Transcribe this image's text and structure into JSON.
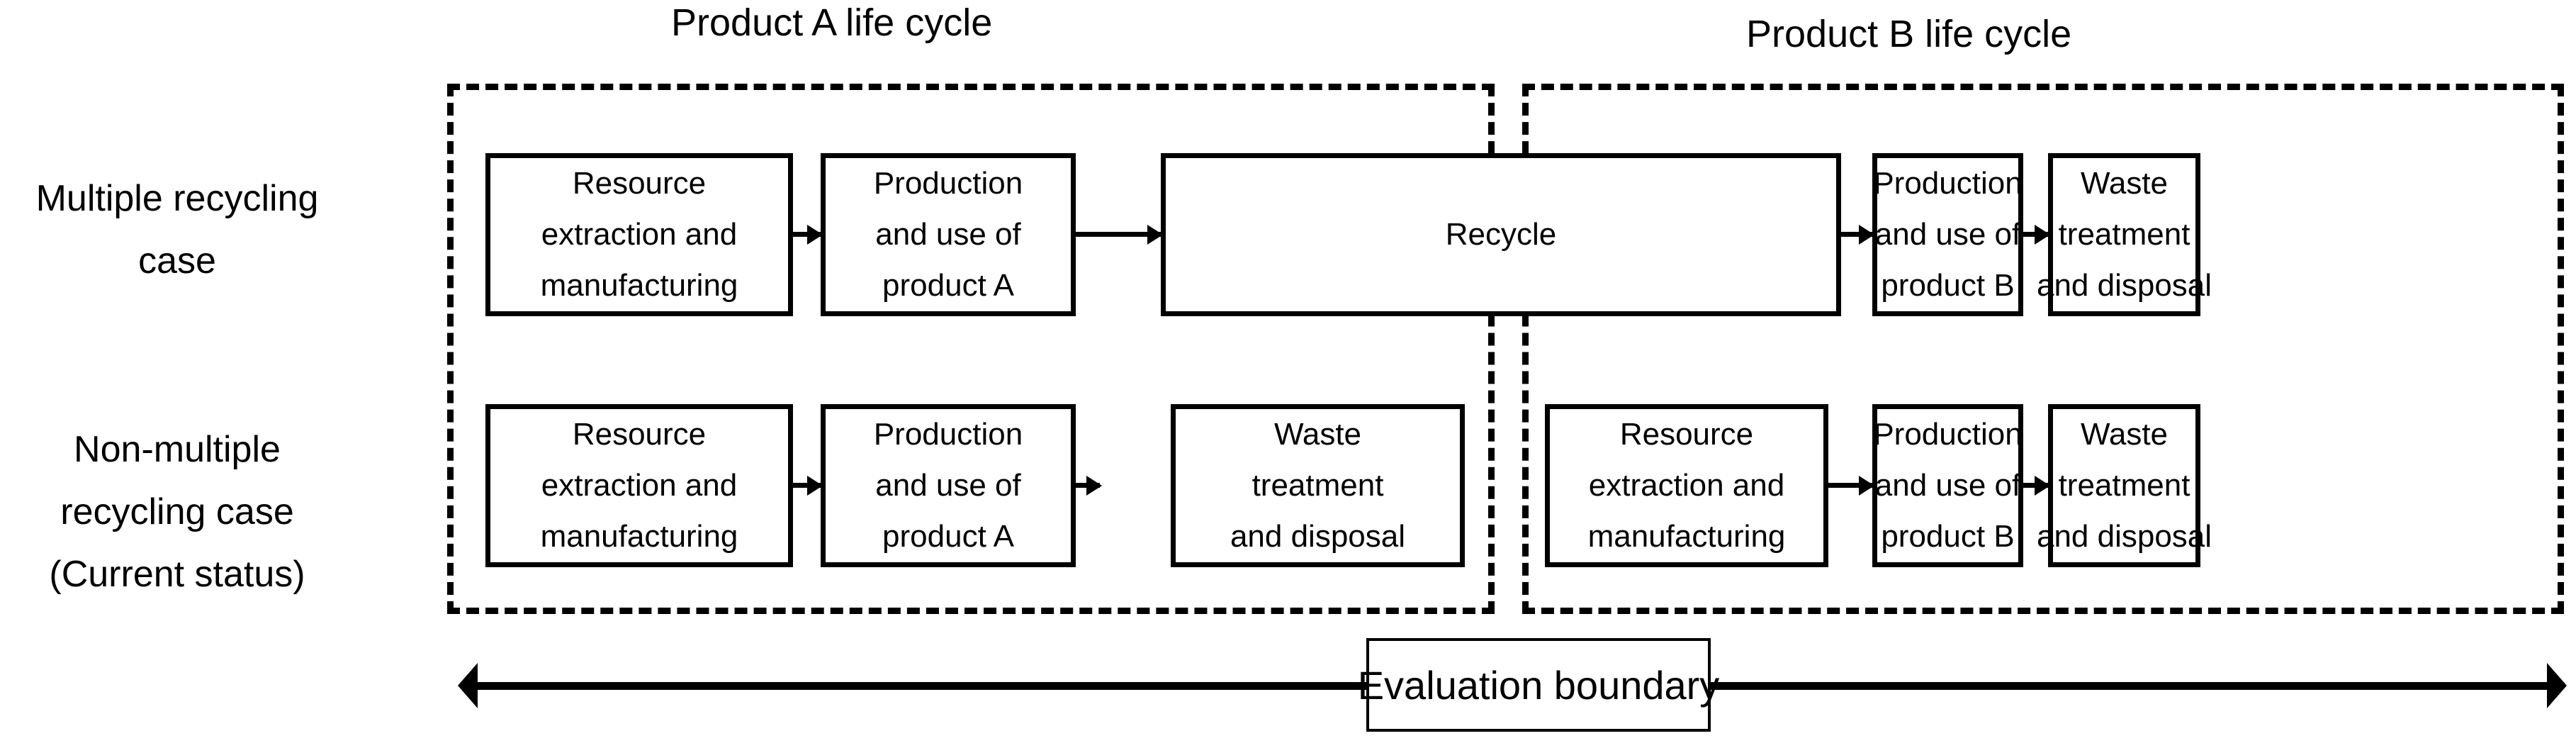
{
  "figure": {
    "type": "process-flow-diagram",
    "background_color": "#ffffff",
    "line_color": "#000000"
  },
  "lifecycle_titles": {
    "product_a": "Product A life cycle",
    "product_b": "Product B life cycle"
  },
  "row_labels": {
    "multiple": [
      "Multiple  recycling",
      "case"
    ],
    "non_multiple": [
      "Non-multiple",
      "recycling case",
      "(Current status)"
    ]
  },
  "rows": [
    {
      "id": "multiple-recycling-case",
      "boxes": [
        {
          "id": "resource-extraction-a",
          "lines": [
            "Resource",
            "extraction and",
            "manufacturing"
          ]
        },
        {
          "id": "production-use-a",
          "lines": [
            "Production",
            "and use of",
            "product A"
          ]
        },
        {
          "id": "recycle",
          "lines": [
            "Recycle"
          ]
        },
        {
          "id": "production-use-b",
          "lines": [
            "Production",
            "and use of",
            "product B"
          ]
        },
        {
          "id": "waste-treatment-b",
          "lines": [
            "Waste",
            "treatment",
            "and disposal"
          ]
        }
      ]
    },
    {
      "id": "non-multiple-recycling-case",
      "boxes": [
        {
          "id": "resource-extraction-a2",
          "lines": [
            "Resource",
            "extraction and",
            "manufacturing"
          ]
        },
        {
          "id": "production-use-a2",
          "lines": [
            "Production",
            "and use of",
            "product A"
          ]
        },
        {
          "id": "waste-treatment-a2",
          "lines": [
            "Waste",
            "treatment",
            "and disposal"
          ]
        },
        {
          "id": "resource-extraction-b2",
          "lines": [
            "Resource",
            "extraction and",
            "manufacturing"
          ]
        },
        {
          "id": "production-use-b2",
          "lines": [
            "Production",
            "and use of",
            "product B"
          ]
        },
        {
          "id": "waste-treatment-b2",
          "lines": [
            "Waste",
            "treatment",
            "and disposal"
          ]
        }
      ]
    }
  ],
  "evaluation_boundary": {
    "label": "Evaluation boundary",
    "arrow": "double-headed"
  }
}
